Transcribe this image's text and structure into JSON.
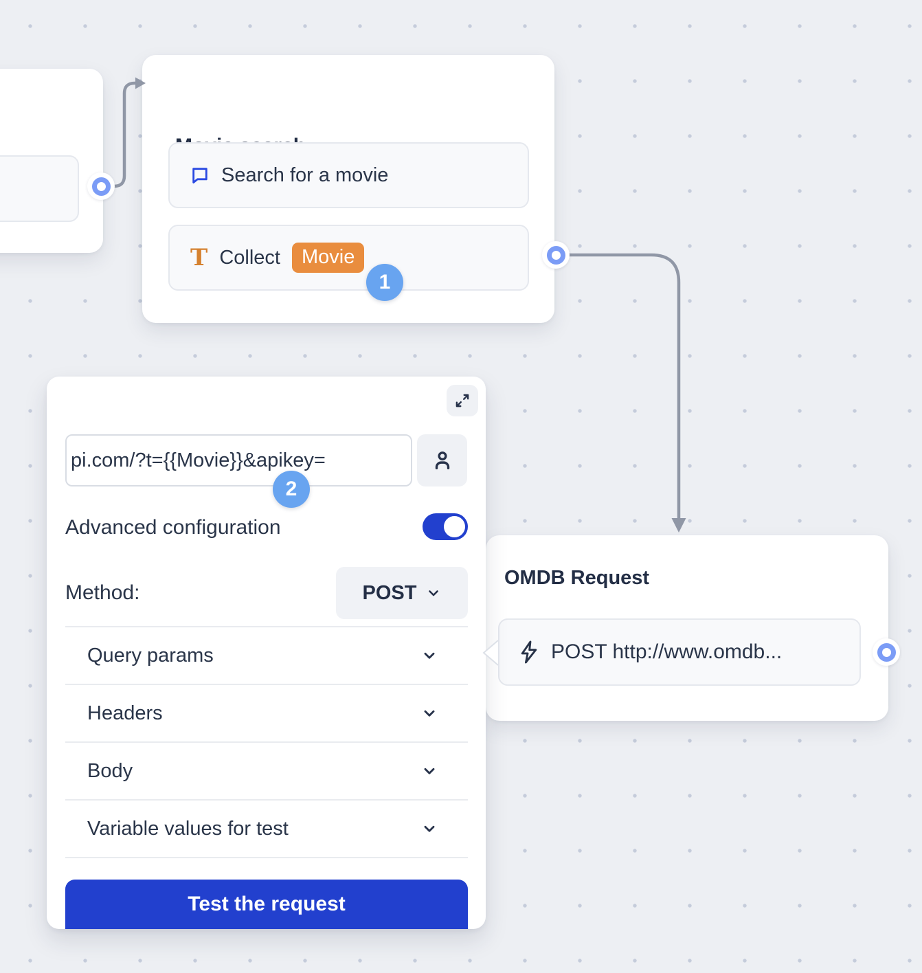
{
  "canvas": {
    "background": "#edeff3",
    "dot_color": "#c5ccdb"
  },
  "colors": {
    "accent_blue": "#2240ce",
    "badge_blue": "#68a4f0",
    "port_blue": "#7b9cf6",
    "variable_orange": "#e98d3e",
    "icon_orange": "#d5812f",
    "bubble_blue": "#2b4ae2",
    "connector_gray": "#9097a6",
    "text_dark": "#273247"
  },
  "nodes": {
    "movie_search": {
      "title": "Movie search",
      "rows": [
        {
          "icon": "chat-bubble-icon",
          "label": "Search for a movie"
        },
        {
          "icon": "text-input-icon",
          "label": "Collect",
          "variable": "Movie"
        }
      ],
      "step_badge": "1"
    },
    "omdb": {
      "title": "OMDB Request",
      "row": {
        "icon": "lightning-icon",
        "label": "POST http://www.omdb..."
      }
    }
  },
  "panel": {
    "step_badge": "2",
    "url": {
      "value": "pi.com/?t={{Movie}}&apikey="
    },
    "advanced_label": "Advanced configuration",
    "advanced_toggle_state": "on",
    "method_label": "Method:",
    "method_value": "POST",
    "sections": [
      {
        "label": "Query params"
      },
      {
        "label": "Headers"
      },
      {
        "label": "Body"
      },
      {
        "label": "Variable values for test"
      }
    ],
    "test_button_label": "Test the request"
  }
}
